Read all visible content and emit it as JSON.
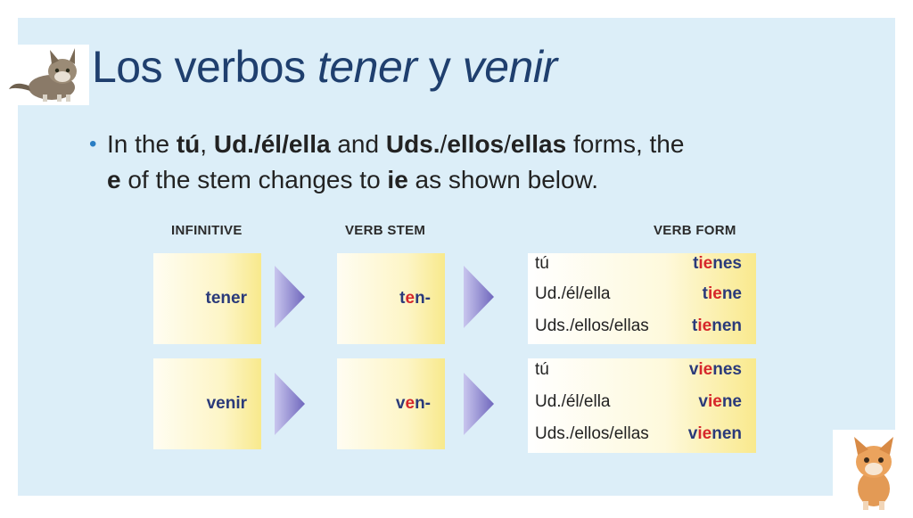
{
  "title": {
    "part1": "Los verbos ",
    "verb1": "tener",
    "part2": " y ",
    "verb2": "venir"
  },
  "bullet": {
    "t1": "In the ",
    "b1": "tú",
    "t2": ", ",
    "b2": "Ud./él/ella",
    "t3": " and ",
    "b3": "Uds.",
    "t4": "/",
    "b4": "ellos",
    "t5": "/",
    "b5": "ellas",
    "t6": " forms, the ",
    "b6": "e",
    "t7": " of the stem changes to ",
    "b7": "ie",
    "t8": " as shown below."
  },
  "headers": {
    "infinitive": "INFINITIVE",
    "stem": "VERB STEM",
    "form": "VERB FORM"
  },
  "verbs": [
    {
      "infinitive": "tener",
      "stem": {
        "a": "t",
        "b": "e",
        "c": "n-"
      },
      "forms": [
        {
          "pron": "tú",
          "a": "t",
          "b": "ie",
          "c": "nes"
        },
        {
          "pron": "Ud./él/ella",
          "a": "t",
          "b": "ie",
          "c": "ne"
        },
        {
          "pron": "Uds./ellos/ellas",
          "a": "t",
          "b": "ie",
          "c": "nen"
        }
      ]
    },
    {
      "infinitive": "venir",
      "stem": {
        "a": "v",
        "b": "e",
        "c": "n-"
      },
      "forms": [
        {
          "pron": "tú",
          "a": "v",
          "b": "ie",
          "c": "nes"
        },
        {
          "pron": "Ud./él/ella",
          "a": "v",
          "b": "ie",
          "c": "ne"
        },
        {
          "pron": "Uds./ellos/ellas",
          "a": "v",
          "b": "ie",
          "c": "nen"
        }
      ]
    }
  ],
  "colors": {
    "title": "#1f3f6e",
    "bullet_dot": "#2a7ec4",
    "panel": "#dceef8",
    "verb_text": "#2a3a7a",
    "stem_change": "#d6272b",
    "arrow": "#7a72c4"
  },
  "icons": [
    "cat-photo-top-left",
    "kitten-photo-bottom-right"
  ]
}
